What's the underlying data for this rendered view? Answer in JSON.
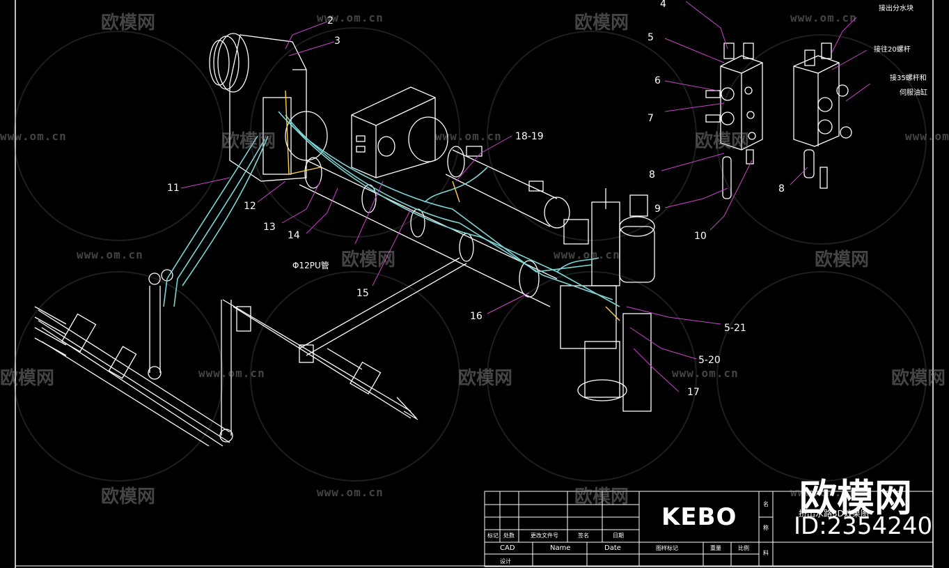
{
  "callouts": {
    "n2": "2",
    "n3": "3",
    "n4": "4",
    "n5": "5",
    "n6": "6",
    "n7": "7",
    "n8": "8",
    "n8b": "8",
    "n9": "9",
    "n10": "10",
    "n11": "11",
    "n12": "12",
    "n13": "13",
    "n14": "14",
    "n15": "15",
    "n16": "16",
    "n17": "17",
    "n18_19": "18-19",
    "n5_20": "5-20",
    "n5_21": "5-21",
    "pu_tube": "Φ12PU管"
  },
  "notes": {
    "water_block": "接出分水块",
    "screw20": "接往20螺杆",
    "screw35_a": "接35螺杆和",
    "screw35_b": "伺服油缸"
  },
  "watermark": {
    "brand": "欧模网",
    "url": "www.om.cn"
  },
  "title_block": {
    "logo": "KEBO",
    "drawing_title": "挤出水路3D效果图",
    "mark": "标记",
    "count": "处数",
    "change_doc": "更改文件号",
    "sign": "签名",
    "date_cn": "日期",
    "cad": "CAD",
    "name": "Name",
    "date": "Date",
    "stage_mark": "图样标记",
    "weight": "重量",
    "scale": "比例",
    "design": "设计",
    "name_side": "名",
    "drawing_no_side": "称",
    "side_mark": "料"
  },
  "stamp": {
    "brand": "欧模网",
    "id": "ID:2354240"
  },
  "colors": {
    "background": "#000000",
    "lines": "#ffffff",
    "tubes": "#7fd6d6",
    "leaders": "#cc44cc",
    "accent": "#ffd24d"
  }
}
